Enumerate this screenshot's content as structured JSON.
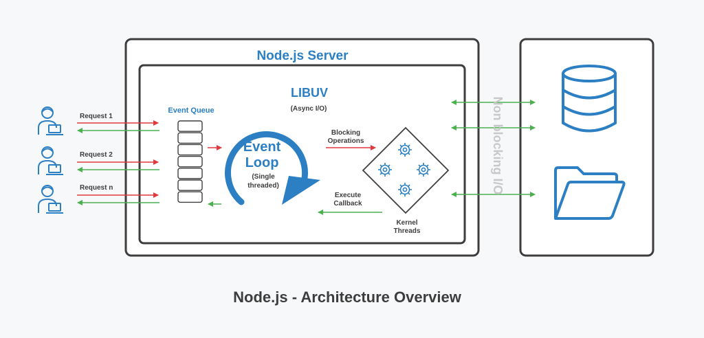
{
  "server": {
    "title": "Node.js Server",
    "libuv": {
      "title": "LIBUV",
      "subtitle": "(Async I/O)"
    }
  },
  "event_queue": {
    "label": "Event Queue",
    "slot_count": 7
  },
  "event_loop": {
    "line1": "Event",
    "line2": "Loop",
    "sub1": "(Single",
    "sub2": "threaded)"
  },
  "requests": [
    {
      "label": "Request 1"
    },
    {
      "label": "Request 2"
    },
    {
      "label": "Request n"
    }
  ],
  "blocking": {
    "line1": "Blocking",
    "line2": "Operations"
  },
  "callback": {
    "line1": "Execute",
    "line2": "Callback"
  },
  "kernel": {
    "line1": "Kernel",
    "line2": "Threads"
  },
  "non_blocking_label": "Non blocking I/O",
  "caption": "Node.js - Architecture Overview",
  "colors": {
    "blue": "#2b7fc2",
    "green": "#4caf50",
    "red": "#e0393e",
    "dark": "#3d3d3d",
    "grey_text": "#c8c8c8"
  },
  "icons": {
    "client": "user-laptop-icon",
    "gear": "gear-icon",
    "database": "database-icon",
    "folder": "folder-icon"
  }
}
